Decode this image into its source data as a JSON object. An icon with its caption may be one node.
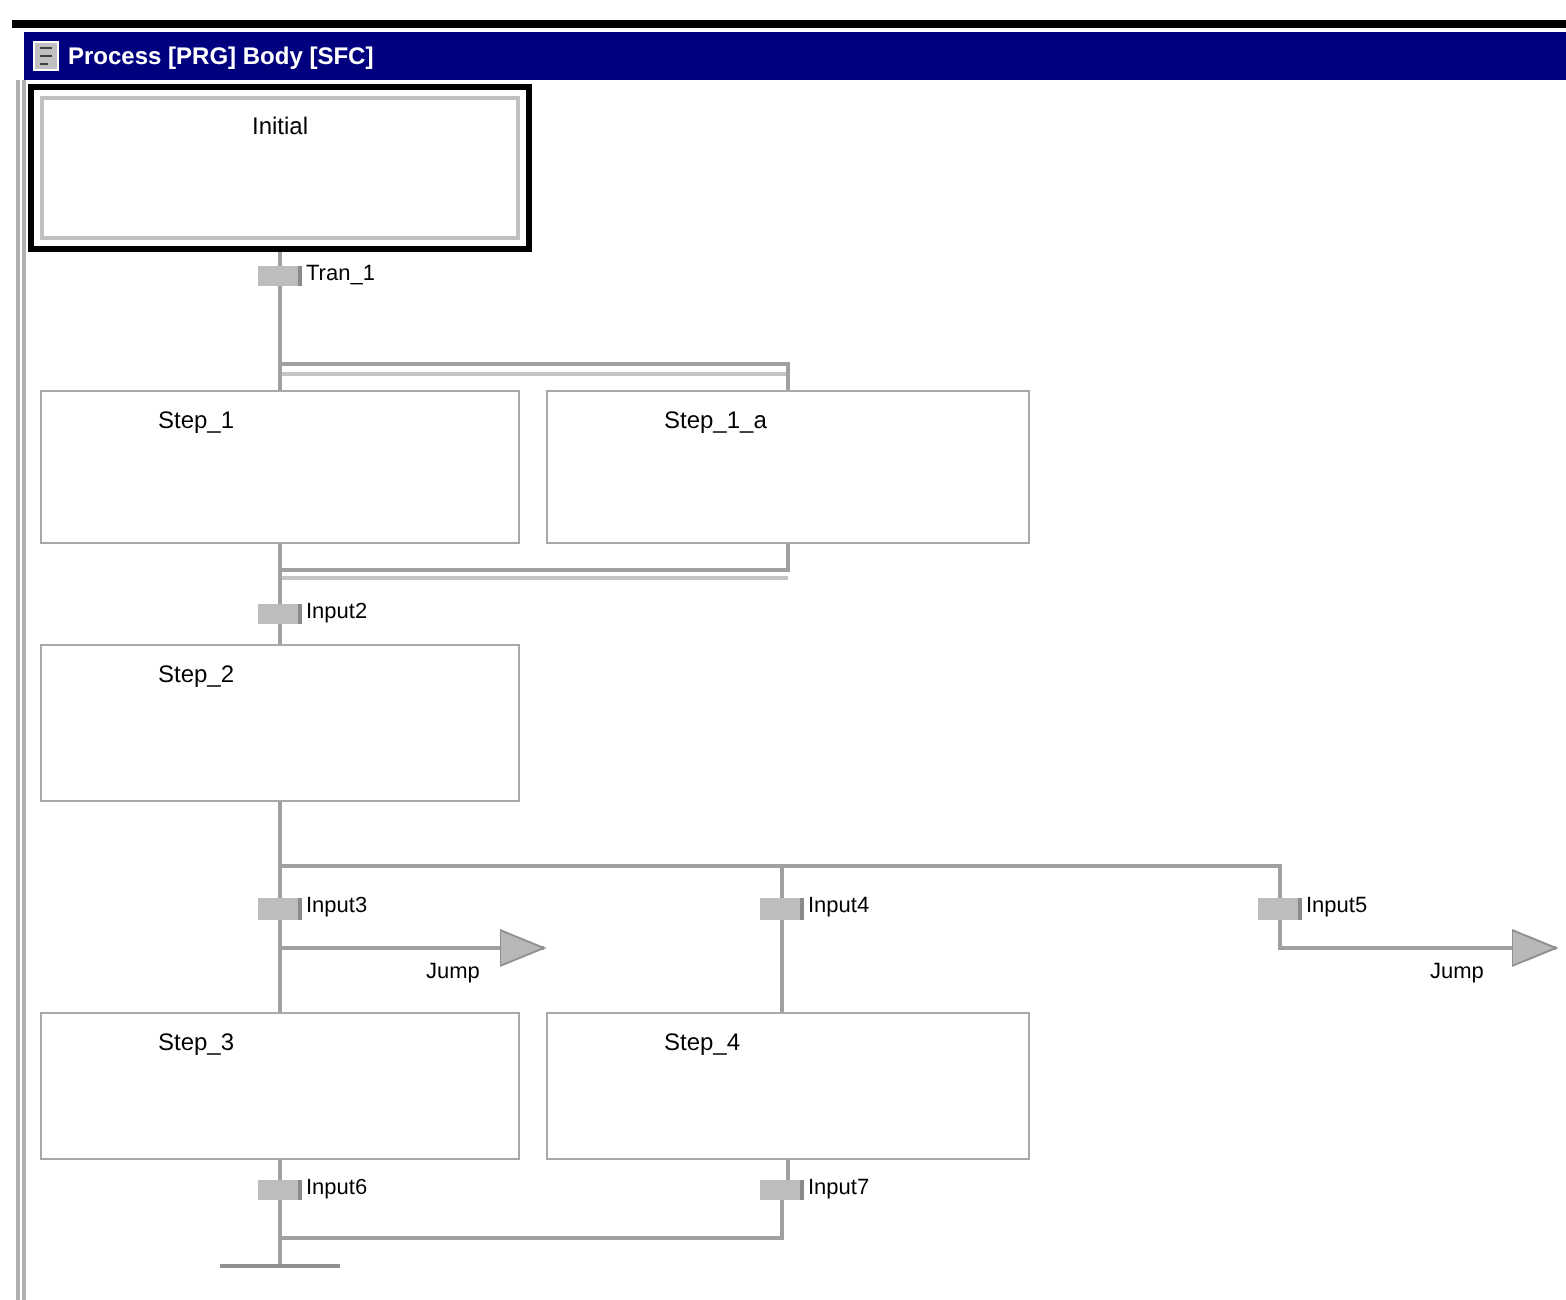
{
  "diagram": {
    "title": "Process [PRG] Body [SFC]",
    "nodes": [
      {
        "text": [
          "Initial"
        ]
      },
      {
        "text": [],
        "shape": "bar",
        "beside": [
          "Tran_1"
        ]
      },
      {
        "text": [
          "Step_1"
        ]
      },
      {
        "text": [
          "Step_1_a"
        ]
      },
      {
        "text": [],
        "shape": "bar",
        "beside": [
          "Input2"
        ]
      },
      {
        "text": [
          "Step_2"
        ]
      },
      {
        "text": [],
        "shape": "bar",
        "beside": [
          "Input3"
        ]
      },
      {
        "text": [],
        "shape": "bar",
        "beside": [
          "Input4"
        ]
      },
      {
        "text": [],
        "shape": "bar",
        "beside": [
          "Input5"
        ]
      },
      {
        "text": [
          "Step_3"
        ]
      },
      {
        "text": [
          "Step_4"
        ]
      },
      {
        "text": [],
        "shape": "bar",
        "beside": [
          "Input6"
        ]
      },
      {
        "text": [],
        "shape": "bar",
        "beside": [
          "Input7"
        ]
      },
      {
        "text": [],
        "shape": "bar"
      }
    ],
    "edges": [
      {
        "from": 0,
        "to": 1,
        "arrow": "none"
      },
      {
        "from": 1,
        "to": 2,
        "arrow": "none"
      },
      {
        "from": 1,
        "to": 3,
        "arrow": "none"
      },
      {
        "from": 2,
        "to": 4,
        "arrow": "none"
      },
      {
        "from": 3,
        "to": 4,
        "arrow": "none"
      },
      {
        "from": 4,
        "to": 5,
        "arrow": "none"
      },
      {
        "from": 5,
        "to": 6,
        "arrow": "none"
      },
      {
        "from": 5,
        "to": 7,
        "arrow": "none"
      },
      {
        "from": 5,
        "to": 8,
        "arrow": "none"
      },
      {
        "from": 6,
        "to": 9,
        "arrow": "none"
      },
      {
        "from": 6,
        "to": null,
        "arrow": "to",
        "label": "Jump"
      },
      {
        "from": 7,
        "to": 10,
        "arrow": "none"
      },
      {
        "from": 8,
        "to": null,
        "arrow": "to",
        "label": "Jump"
      },
      {
        "from": 9,
        "to": 11,
        "arrow": "none"
      },
      {
        "from": 10,
        "to": 12,
        "arrow": "none"
      },
      {
        "from": 11,
        "to": 13,
        "arrow": "none"
      },
      {
        "from": 12,
        "to": 13,
        "arrow": "none"
      }
    ]
  }
}
